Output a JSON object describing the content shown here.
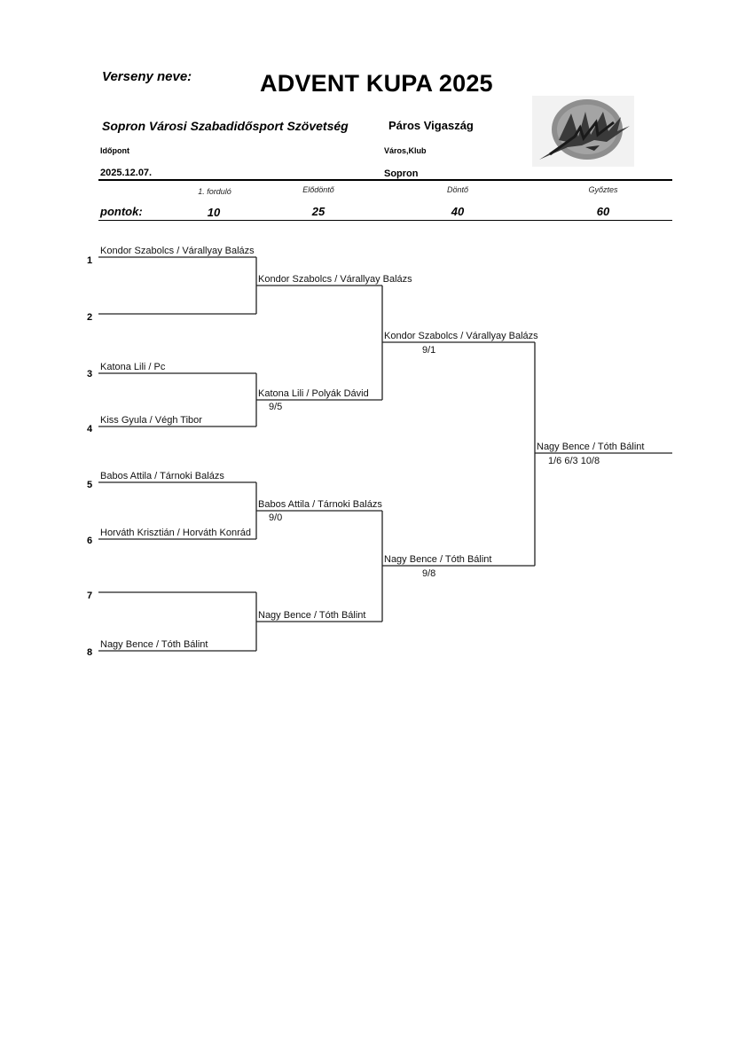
{
  "header": {
    "competition_label": "Verseny neve:",
    "competition_name": "ADVENT KUPA 2025",
    "organization": "Sopron Városi Szabadidősport Szövetség",
    "category": "Páros Vigaszág",
    "date_label": "Időpont",
    "date_value": "2025.12.07.",
    "city_label": "Város,Klub",
    "city_value": "Sopron",
    "logo_icon": "mtssz-logo-icon"
  },
  "points": {
    "label": "pontok:",
    "rounds": [
      {
        "name": "1. forduló",
        "points": "10"
      },
      {
        "name": "Elődöntő",
        "points": "25"
      },
      {
        "name": "Döntő",
        "points": "40"
      },
      {
        "name": "Győztes",
        "points": "60"
      }
    ]
  },
  "bracket": {
    "round1": [
      {
        "seed": "1",
        "team": "Kondor Szabolcs / Várallyay Balázs"
      },
      {
        "seed": "2",
        "team": ""
      },
      {
        "seed": "3",
        "team": "Katona Lili / Pc"
      },
      {
        "seed": "4",
        "team": "Kiss Gyula / Végh Tibor"
      },
      {
        "seed": "5",
        "team": "Babos Attila / Tárnoki Balázs"
      },
      {
        "seed": "6",
        "team": "Horváth Krisztián / Horváth Konrád"
      },
      {
        "seed": "7",
        "team": ""
      },
      {
        "seed": "8",
        "team": "Nagy Bence / Tóth Bálint"
      }
    ],
    "round2": [
      {
        "team": "Kondor Szabolcs / Várallyay Balázs",
        "score": ""
      },
      {
        "team": "Katona Lili / Polyák Dávid",
        "score": "9/5"
      },
      {
        "team": "Babos Attila / Tárnoki Balázs",
        "score": "9/0"
      },
      {
        "team": "Nagy Bence / Tóth Bálint",
        "score": ""
      }
    ],
    "round3": [
      {
        "team": "Kondor Szabolcs / Várallyay Balázs",
        "score": "9/1"
      },
      {
        "team": "Nagy Bence / Tóth Bálint",
        "score": "9/8"
      }
    ],
    "winner": {
      "team": "Nagy Bence / Tóth Bálint",
      "score": "1/6 6/3 10/8"
    }
  }
}
